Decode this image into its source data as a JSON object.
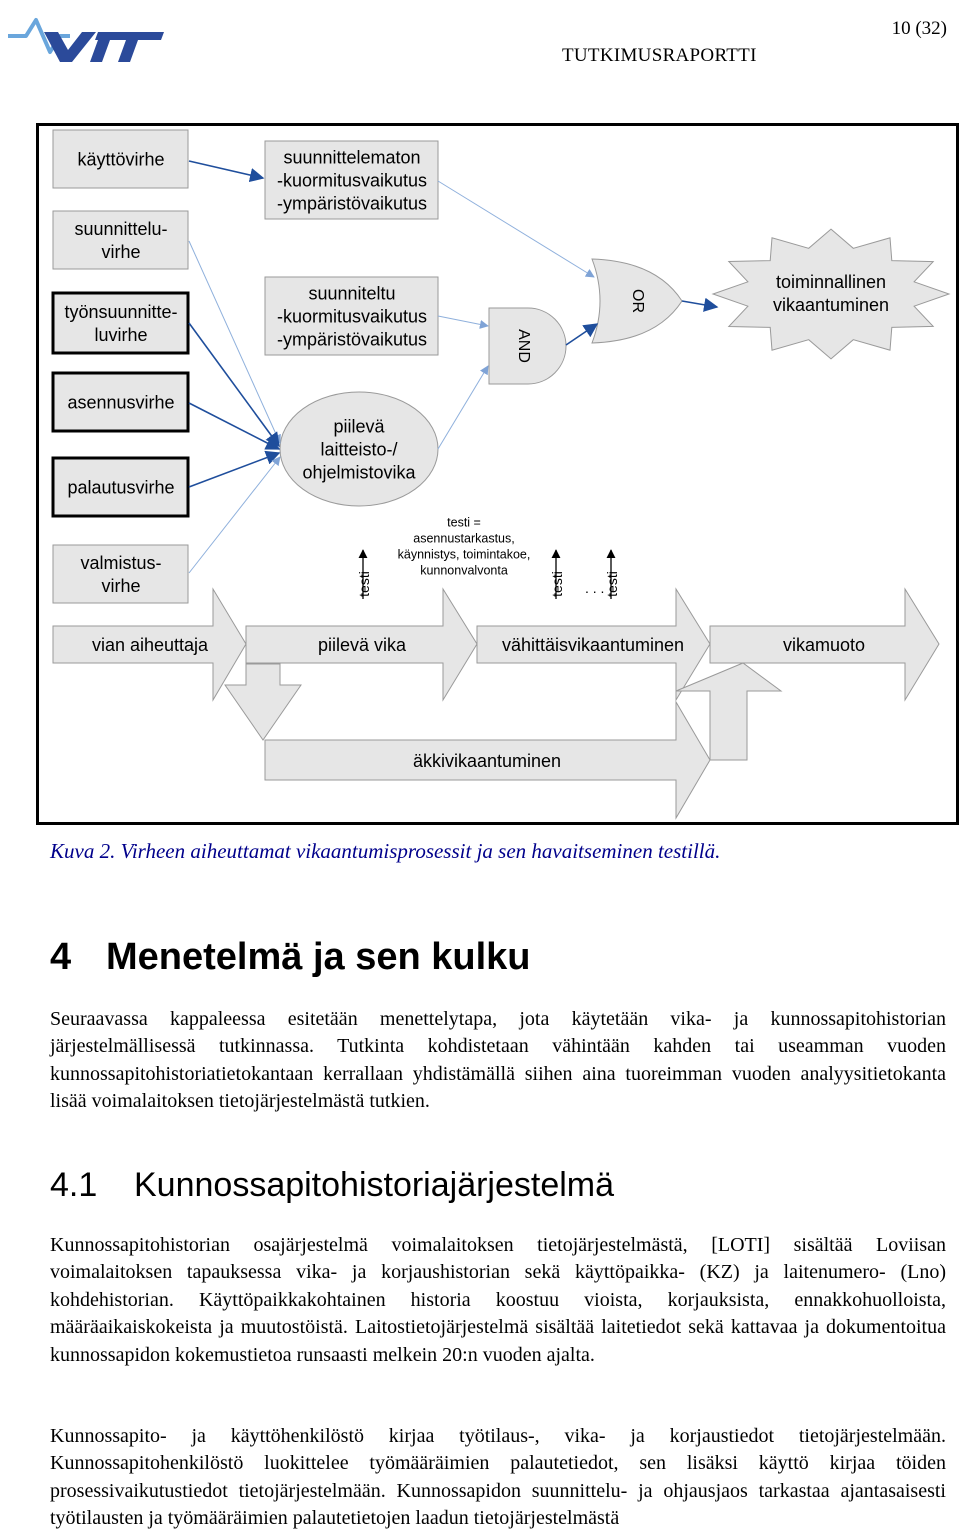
{
  "header": {
    "logo_text": "VTT",
    "page_number": "10 (32)",
    "report_type": "TUTKIMUSRAPORTTI"
  },
  "figure": {
    "left_boxes": [
      "käyttövirhe",
      "suunnittelu-|virhe",
      "työnsuunnitte-|luvirhe",
      "asennusvirhe",
      "palautusvirhe",
      "valmistus-|virhe"
    ],
    "effect_unplanned": "suunnittelematon|-kuormitusvaikutus|-ympäristövaikutus",
    "effect_planned": "suunniteltu|-kuormitusvaikutus|-ympäristövaikutus",
    "latent_fault": "piilevä|laitteisto-/|ohjelmistovika",
    "gate_and": "AND",
    "gate_or": "OR",
    "functional_failure": "toiminnallinen|vikaantuminen",
    "test_definition": "testi =|asennustarkastus,|käynnistys, toimintakoe,|kunnonvalvonta",
    "test_label": "testi",
    "ellipsis": ". . .",
    "stages": [
      "vian aiheuttaja",
      "piilevä vika",
      "vähittäisvikaantuminen",
      "vikamuoto"
    ],
    "sudden": "äkkivikaantuminen"
  },
  "caption": "Kuva 2. Virheen aiheuttamat vikaantumisprosessit ja sen havaitseminen testillä.",
  "section": {
    "number": "4",
    "title": "Menetelmä ja sen kulku"
  },
  "p1": "Seuraavassa kappaleessa esitetään menettelytapa, jota käytetään vika- ja kunnossapitohistorian järjestelmällisessä tutkinnassa. Tutkinta kohdistetaan vähintään kahden tai useamman vuoden kunnossapitohistoriatietokantaan kerrallaan yhdistämällä siihen aina tuoreimman vuoden analyysitietokanta lisää voimalaitoksen tietojärjestelmästä tutkien.",
  "subsection": {
    "number": "4.1",
    "title": "Kunnossapitohistoriajärjestelmä"
  },
  "p2": "Kunnossapitohistorian osajärjestelmä voimalaitoksen tietojärjestelmästä, [LOTI] sisältää Loviisan voimalaitoksen tapauksessa vika- ja korjaushistorian sekä käyttöpaikka- (KZ) ja laitenumero- (Lno) kohdehistorian. Käyttöpaikkakohtainen historia koostuu vioista, korjauksista, ennakkohuolloista, määräaikaiskokeista ja muutostöistä. Laitostietojärjestelmä sisältää laitetiedot sekä kattavaa ja dokumentoitua kunnossapidon kokemustietoa runsaasti melkein 20:n vuoden ajalta.",
  "p3": "Kunnossapito- ja käyttöhenkilöstö kirjaa työtilaus-, vika- ja korjaustiedot tietojärjestelmään. Kunnossapitohenkilöstö luokittelee työmääräimien palautetiedot, sen lisäksi käyttö kirjaa töiden prosessivaikutustiedot tietojärjestelmään. Kunnossapidon suunnittelu- ja ohjausjaos tarkastaa ajantasaisesti työtilausten ja työmääräimien palautetietojen laadun tietojärjestelmästä",
  "colors": {
    "box_fill": "#e6e6e6",
    "arrow_blue": "#1f4e9c",
    "link_blue": "#8fb0dc",
    "logo_blue": "#2b4a9a",
    "caption": "#00008b"
  }
}
